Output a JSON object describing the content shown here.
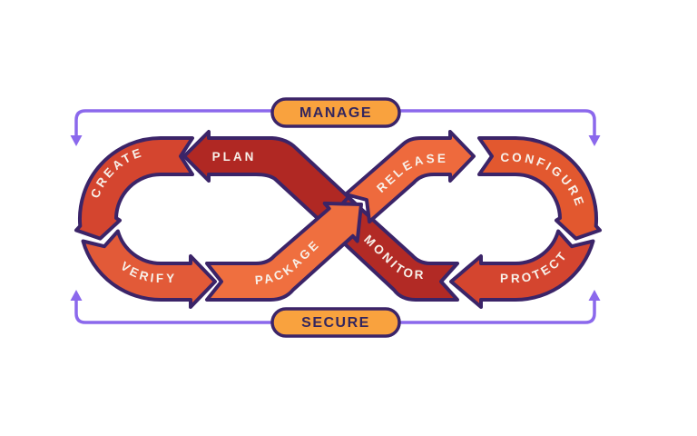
{
  "diagram": {
    "title": "devops-infinity-loop",
    "background": "#ffffff",
    "outline_color": "#3B2468",
    "bracket_color": "#8B68EC",
    "ribbon_text_color": "#F7F1EA",
    "pills": {
      "top": {
        "label": "MANAGE",
        "fill": "#F9A23E",
        "text_color": "#33265E"
      },
      "bottom": {
        "label": "SECURE",
        "fill": "#F9A23E",
        "text_color": "#33265E"
      }
    },
    "segments": [
      {
        "id": "create",
        "label": "CREATE",
        "fill": "#D4452F"
      },
      {
        "id": "plan",
        "label": "PLAN",
        "fill": "#B02823"
      },
      {
        "id": "verify",
        "label": "VERIFY",
        "fill": "#E25A38"
      },
      {
        "id": "package",
        "label": "PACKAGE",
        "fill": "#EF6F3F"
      },
      {
        "id": "release",
        "label": "RELEASE",
        "fill": "#EE6A3D"
      },
      {
        "id": "configure",
        "label": "CONFIGURE",
        "fill": "#E2582F"
      },
      {
        "id": "monitor",
        "label": "MONITOR",
        "fill": "#B22A25"
      },
      {
        "id": "protect",
        "label": "PROTECT",
        "fill": "#D4452F"
      }
    ]
  }
}
